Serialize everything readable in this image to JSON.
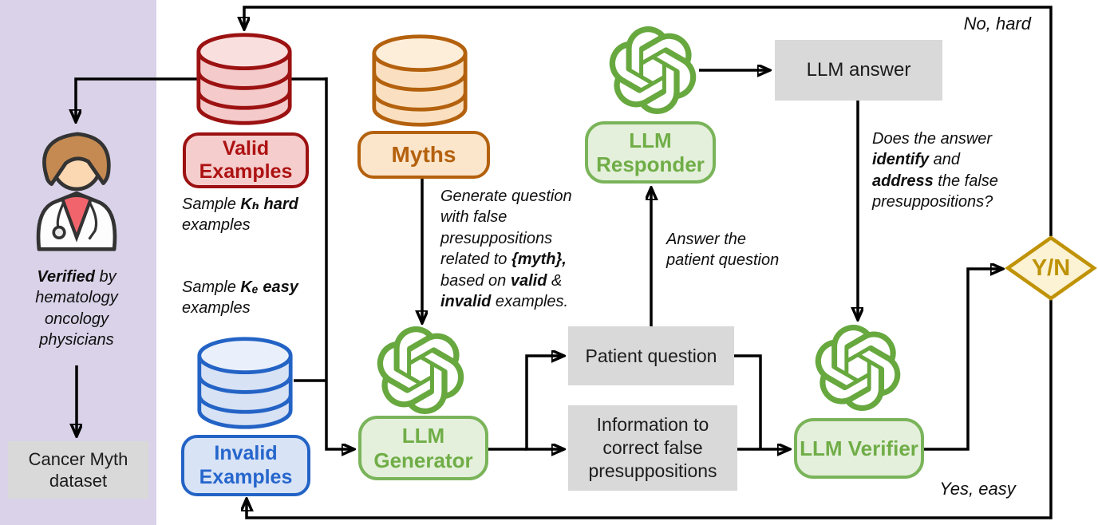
{
  "panel": {
    "verified_note": "**Verified** by hematology oncology physicians",
    "dataset_label": "Cancer Myth dataset"
  },
  "datastores": {
    "valid": {
      "label": "Valid Examples"
    },
    "invalid": {
      "label": "Invalid Examples"
    },
    "myths": {
      "label": "Myths"
    }
  },
  "llm": {
    "generator": "LLM Generator",
    "responder": "LLM Responder",
    "verifier": "LLM Verifier"
  },
  "artifacts": {
    "patient_question": "Patient question",
    "correction_info": "Information to correct false presuppositions",
    "llm_answer": "LLM answer"
  },
  "notes": {
    "sample_hard": "Sample **Kₕ hard** examples",
    "sample_easy": "Sample **Kₑ easy** examples",
    "generate": "Generate question with false presuppositions related to **{myth},** based on **valid** & **invalid** examples.",
    "answer": "Answer the patient question",
    "verify": "Does the answer **identify** and **address** the false presuppositions?",
    "no_hard": "No, hard",
    "yes_easy": "Yes, easy"
  },
  "decision": {
    "label": "Y/N"
  },
  "colors": {
    "valid_red": "#9c1111",
    "invalid_blue": "#2363c5",
    "myth_orange": "#b4610e",
    "llm_green": "#70ad47",
    "artifact_gray": "#d9d9d9",
    "decision_gold": "#bf9000",
    "panel_purple": "#d9d2e8",
    "wire_black": "#000000"
  }
}
